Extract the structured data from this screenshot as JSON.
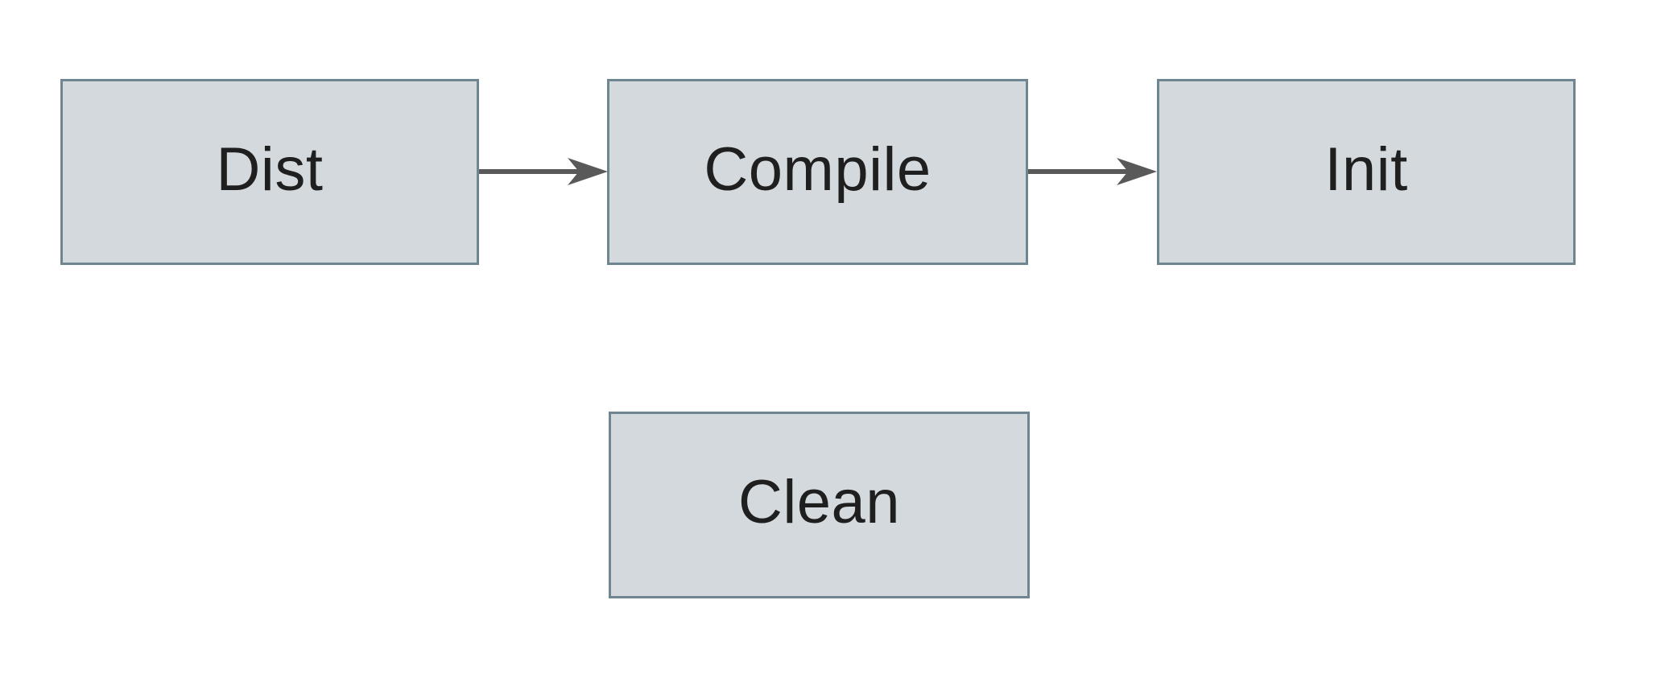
{
  "diagram": {
    "nodes": [
      {
        "id": "dist",
        "label": "Dist"
      },
      {
        "id": "compile",
        "label": "Compile"
      },
      {
        "id": "init",
        "label": "Init"
      },
      {
        "id": "clean",
        "label": "Clean"
      }
    ],
    "edges": [
      {
        "from": "Dist",
        "to": "Compile",
        "style": "arrow-right"
      },
      {
        "from": "Compile",
        "to": "Init",
        "style": "arrow-right"
      }
    ],
    "colors": {
      "background": "#ffffff",
      "node_fill": "#d3d9dc",
      "node_border": "#6f8692",
      "arrow": "#595959",
      "text": "#1f1f1f"
    }
  }
}
